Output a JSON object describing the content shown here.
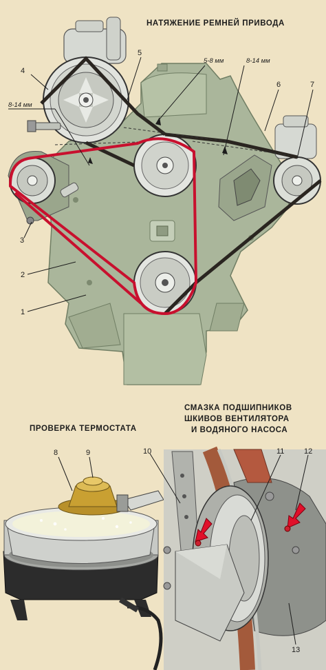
{
  "headings": {
    "belt_tension": "НАТЯЖЕНИЕ РЕМНЕЙ ПРИВОДА",
    "thermostat_check": "ПРОВЕРКА ТЕРМОСТАТА",
    "lubrication_line1": "СМАЗКА ПОДШИПНИКОВ",
    "lubrication_line2": "ШКИВОВ ВЕНТИЛЯТОРА",
    "lubrication_line3": "И ВОДЯНОГО НАСОСА"
  },
  "dimensions": {
    "deflection_a": "5-8 мм",
    "deflection_b": "8-14 мм",
    "deflection_c": "8-14 мм"
  },
  "callouts": [
    "1",
    "2",
    "3",
    "4",
    "5",
    "6",
    "7",
    "8",
    "9",
    "10",
    "11",
    "12",
    "13"
  ],
  "colors": {
    "background": "#efe3c4",
    "engine_block": "#aab69b",
    "belt_red": "#c8102e",
    "belt_dark": "#2a2520",
    "pulley_metal": "#d9dcd6",
    "thermostat_brass": "#c9a032",
    "arrow_red": "#e0102a"
  }
}
